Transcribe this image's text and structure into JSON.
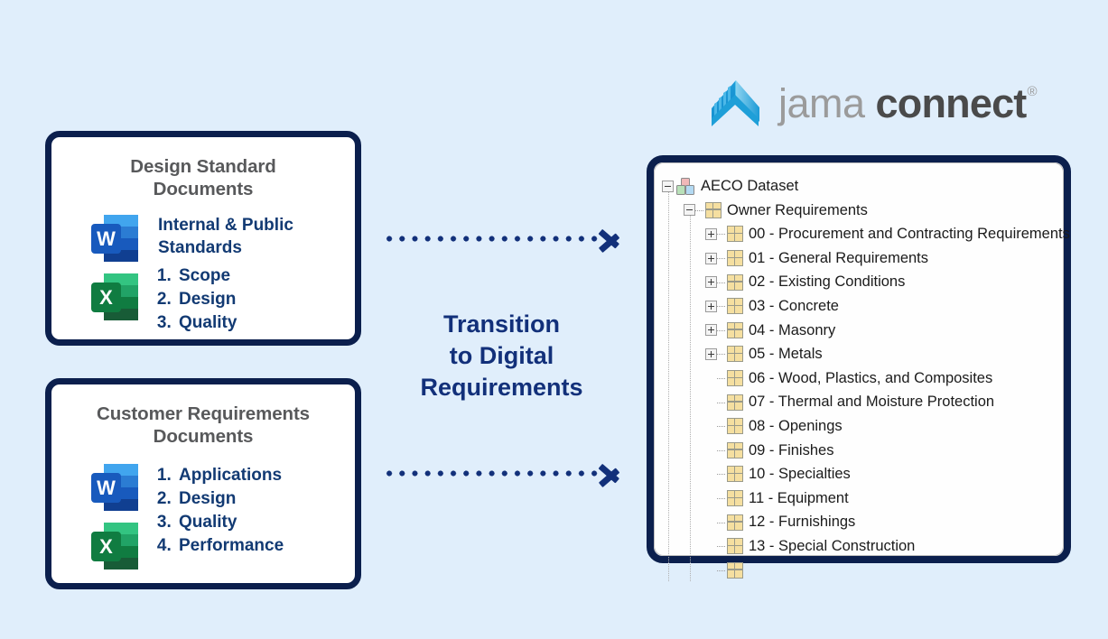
{
  "background_color": "#e0eefb",
  "accent_navy": "#0b1f4d",
  "text_navy": "#12307a",
  "logo": {
    "mark": "jama-mountain-logo-icon",
    "word_light": "jama",
    "word_bold": "connect",
    "registered_mark": "®"
  },
  "center": {
    "transition_text": [
      "Transition",
      "to Digital",
      "Requirements"
    ],
    "arrow_top": "dotted-arrow-right-icon",
    "arrow_bottom": "dotted-arrow-right-icon"
  },
  "cards": [
    {
      "id": "design-standard",
      "title": [
        "Design Standard",
        "Documents"
      ],
      "icons": [
        "word-icon",
        "excel-icon"
      ],
      "icon_letters": [
        "W",
        "X"
      ],
      "heading": [
        "Internal & Public",
        "Standards"
      ],
      "items": [
        "Scope",
        "Design",
        "Quality"
      ]
    },
    {
      "id": "customer-requirements",
      "title": [
        "Customer Requirements",
        "Documents"
      ],
      "icons": [
        "word-icon",
        "excel-icon"
      ],
      "icon_letters": [
        "W",
        "X"
      ],
      "heading": null,
      "items": [
        "Applications",
        "Design",
        "Quality",
        "Performance"
      ]
    }
  ],
  "tree": {
    "root": {
      "label": "AECO Dataset",
      "icon": "dataset-blocks-icon",
      "expander": "minus",
      "level": 0
    },
    "nodes": [
      {
        "label": "Owner Requirements",
        "icon": "grid-icon",
        "expander": "minus",
        "level": 1
      },
      {
        "label": "00 - Procurement and Contracting Requirements",
        "icon": "grid-icon",
        "expander": "plus",
        "level": 2
      },
      {
        "label": "01 - General Requirements",
        "icon": "grid-icon",
        "expander": "plus",
        "level": 2
      },
      {
        "label": "02 - Existing Conditions",
        "icon": "grid-icon",
        "expander": "plus",
        "level": 2
      },
      {
        "label": "03 - Concrete",
        "icon": "grid-icon",
        "expander": "plus",
        "level": 2
      },
      {
        "label": "04 - Masonry",
        "icon": "grid-icon",
        "expander": "plus",
        "level": 2
      },
      {
        "label": "05 - Metals",
        "icon": "grid-icon",
        "expander": "plus",
        "level": 2
      },
      {
        "label": "06 - Wood, Plastics, and Composites",
        "icon": "grid-icon",
        "expander": "none",
        "level": 2
      },
      {
        "label": "07 - Thermal and Moisture Protection",
        "icon": "grid-icon",
        "expander": "none",
        "level": 2
      },
      {
        "label": "08 - Openings",
        "icon": "grid-icon",
        "expander": "none",
        "level": 2
      },
      {
        "label": "09 - Finishes",
        "icon": "grid-icon",
        "expander": "none",
        "level": 2
      },
      {
        "label": "10 - Specialties",
        "icon": "grid-icon",
        "expander": "none",
        "level": 2
      },
      {
        "label": "11 - Equipment",
        "icon": "grid-icon",
        "expander": "none",
        "level": 2
      },
      {
        "label": "12 - Furnishings",
        "icon": "grid-icon",
        "expander": "none",
        "level": 2
      },
      {
        "label": "13 - Special Construction",
        "icon": "grid-icon",
        "expander": "none",
        "level": 2
      },
      {
        "label": "",
        "icon": "grid-icon",
        "expander": "none",
        "level": 2
      }
    ]
  }
}
